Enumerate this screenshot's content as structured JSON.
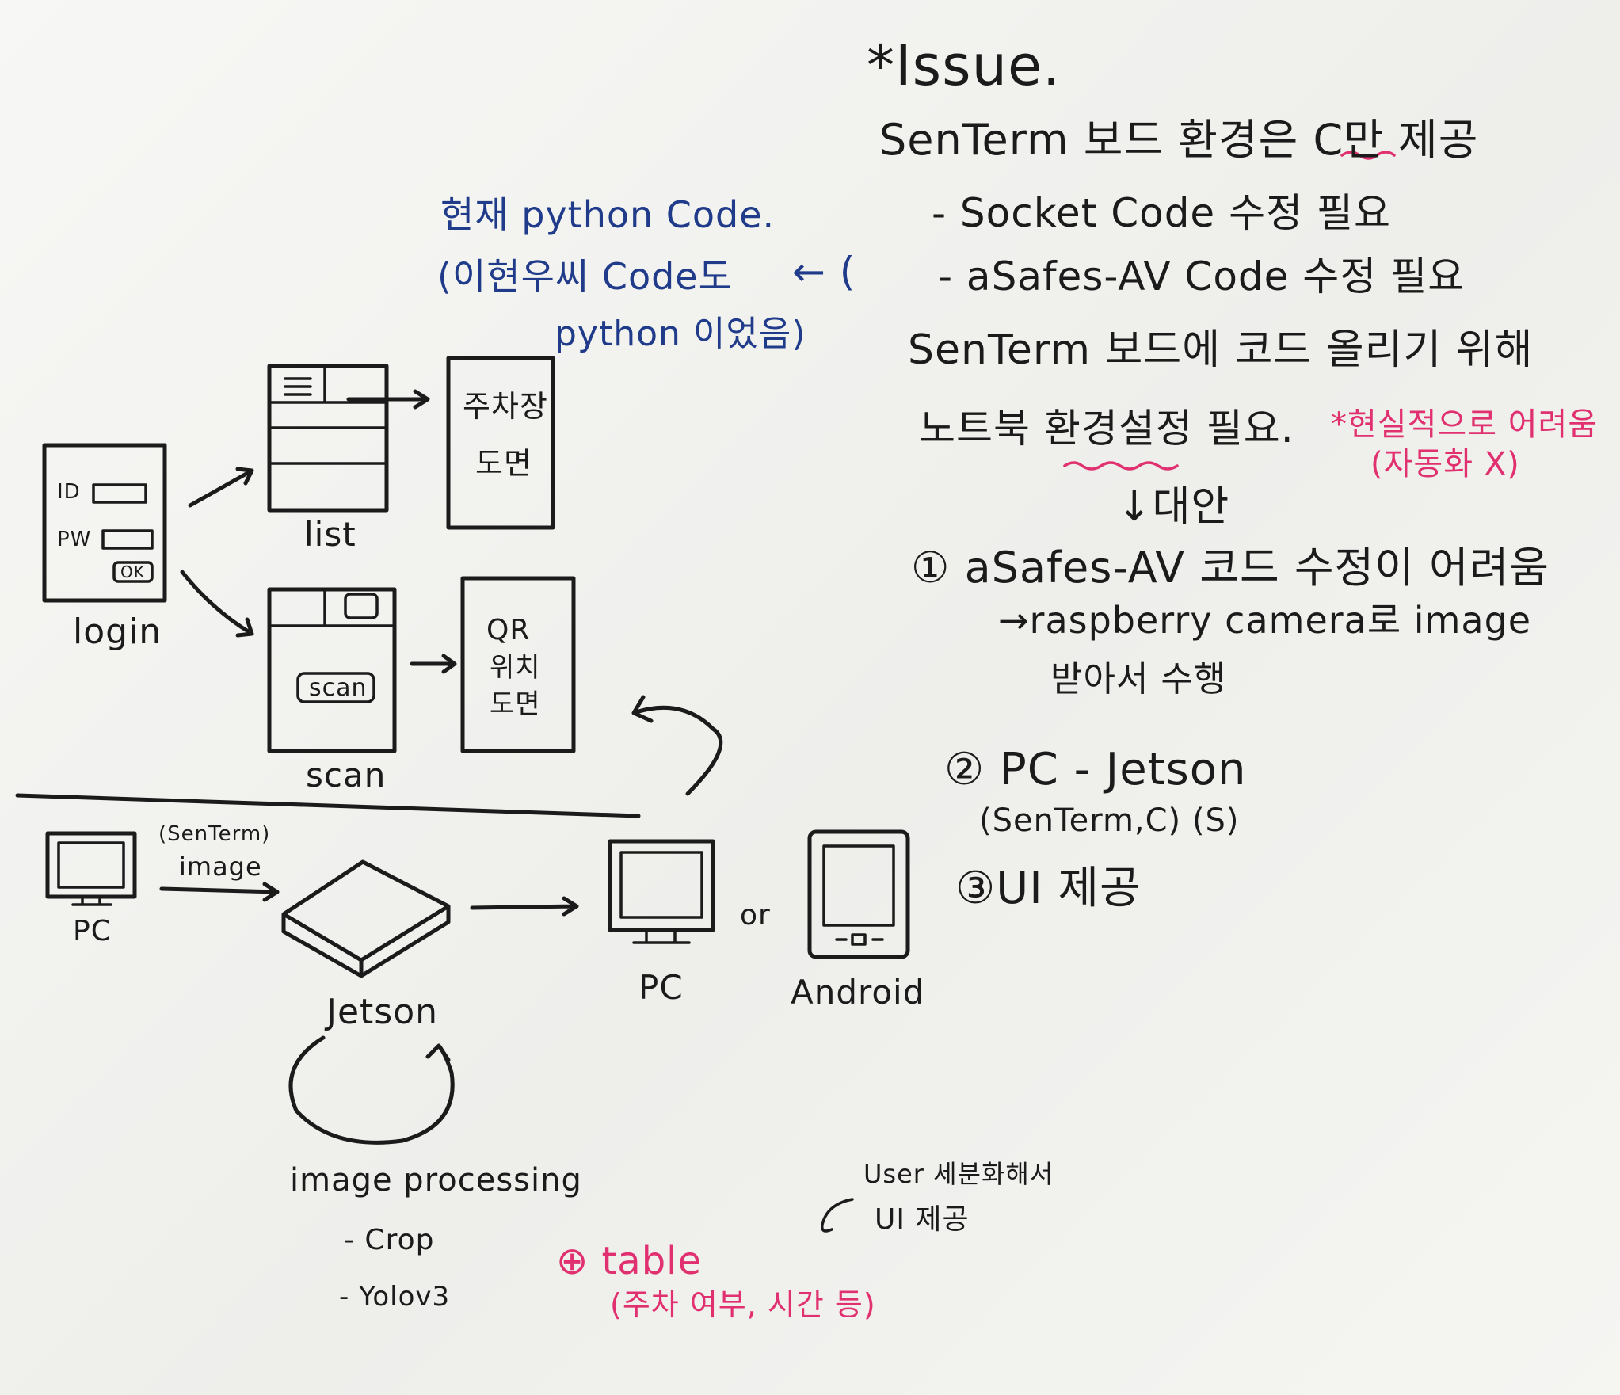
{
  "issue": {
    "title": "*Issue.",
    "lines": [
      "SenTerm 보드 환경은 C만 제공",
      "- Socket Code 수정 필요",
      "- aSafes-AV Code 수정 필요",
      "SenTerm 보드에 코드 올리기 위해",
      "노트북 환경설정 필요."
    ],
    "pink_note": "*현실적으로 어려움",
    "pink_note_sub": "(자동화 X)",
    "alt_label": "↓대안",
    "alternatives": [
      "① aSafes-AV 코드 수정이 어려움",
      "→raspberry camera로 image",
      "받아서 수행",
      "② PC - Jetson",
      "(SenTerm,C)   (S)",
      "③UI 제공"
    ]
  },
  "python_note": {
    "line1": "현재 python Code.",
    "line2": "(이현우씨 Code도",
    "line3": "python 이었음)"
  },
  "flow": {
    "login_id": "ID",
    "login_pw": "PW",
    "login_ok": "OK",
    "login_label": "login",
    "list_label": "list",
    "scan_button": "scan",
    "scan_label": "scan",
    "parking_map": [
      "주차장",
      "도면"
    ],
    "qr_map": [
      "QR",
      "위치",
      "도면"
    ]
  },
  "pipeline": {
    "pc_left": "PC",
    "arrow_top": "(SenTerm)",
    "arrow_bottom": "image",
    "jetson": "Jetson",
    "pc_right": "PC",
    "or": "or",
    "android": "Android",
    "processing_title": "image processing",
    "processing_steps": [
      "- Crop",
      "- Yolov3"
    ],
    "table_label": "⊕ table",
    "table_sub": "(주차 여부, 시간 등)",
    "user_note": "User 세분화해서",
    "user_note2": "UI 제공"
  }
}
